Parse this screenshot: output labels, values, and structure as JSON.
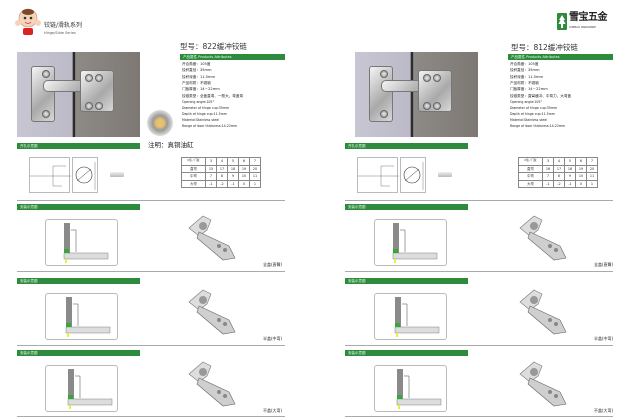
{
  "brand_left": {
    "series_cn": "铰链/滑轨系列",
    "series_en": "Hinge/Slide Series"
  },
  "brand_right": {
    "name": "雪宝五金",
    "name_en": "XUEBAO HARDWARE",
    "color": "#2e8b3e"
  },
  "pages": [
    {
      "title": "型号：822缓冲铰链",
      "attr_header": "产品属性 Products Attributes",
      "specs_cn": [
        "开合角度：105度",
        "铰杯直径：35mm",
        "铰杯深度：11.5mm",
        "产品材质：不锈钢",
        "门板厚度：14－22mm",
        "铰链类型：全盖直弯、一般大、弯盖弯"
      ],
      "specs_en": [
        "Opening angle:105°",
        "Diameter of hinge cup:35mm",
        "Depth of hinge cup:11.5mm",
        "Material:Stainless steel",
        "Range of door thickness:14-22mm"
      ],
      "drill_header": "开孔示意图",
      "note": "注明：真铜油缸",
      "table": {
        "corner": "K值 / 门板",
        "cols": [
          "3",
          "4",
          "5",
          "6",
          "7"
        ],
        "rows": [
          {
            "label": "直弯",
            "values": [
              "15",
              "17",
              "18",
              "19",
              "20"
            ]
          },
          {
            "label": "中弯",
            "values": [
              "7",
              "8",
              "9",
              "10",
              "11"
            ]
          },
          {
            "label": "大弯",
            "values": [
              "-1",
              "-2",
              "-1",
              "0",
              "1"
            ]
          }
        ]
      },
      "sections": [
        {
          "header": "安装示意图",
          "caption": "全盖(直臂)"
        },
        {
          "header": "安装示意图",
          "caption": "半盖(中弯)"
        },
        {
          "header": "安装示意图",
          "caption": "不盖(大弯)"
        }
      ]
    },
    {
      "title": "型号：812缓冲铰链",
      "attr_header": "产品属性 Products Attributes",
      "specs_cn": [
        "开合角度：105度",
        "铰杯直径：35mm",
        "铰杯深度：11.5mm",
        "产品材质：不锈钢",
        "门板厚度：14－22mm",
        "铰链类型：直臂缓冲、中弯力、大弯盖"
      ],
      "specs_en": [
        "Opening angle:105°",
        "Diameter of hinge cup:35mm",
        "Depth of hinge cup:11.5mm",
        "Material:Stainless steel",
        "Range of door thickness:14-22mm"
      ],
      "drill_header": "开孔示意图",
      "note": "",
      "table": {
        "corner": "K值 / 门板",
        "cols": [
          "3",
          "4",
          "5",
          "6",
          "7"
        ],
        "rows": [
          {
            "label": "直弯",
            "values": [
              "16",
              "17",
              "18",
              "19",
              "20"
            ]
          },
          {
            "label": "中弯",
            "values": [
              "7",
              "8",
              "9",
              "10",
              "11"
            ]
          },
          {
            "label": "大弯",
            "values": [
              "-1",
              "-2",
              "-1",
              "0",
              "1"
            ]
          }
        ]
      },
      "sections": [
        {
          "header": "安装示意图",
          "caption": "全盖(直臂)"
        },
        {
          "header": "安装示意图",
          "caption": "半盖(中弯)"
        },
        {
          "header": "安装示意图",
          "caption": "不盖(大弯)"
        }
      ]
    }
  ]
}
